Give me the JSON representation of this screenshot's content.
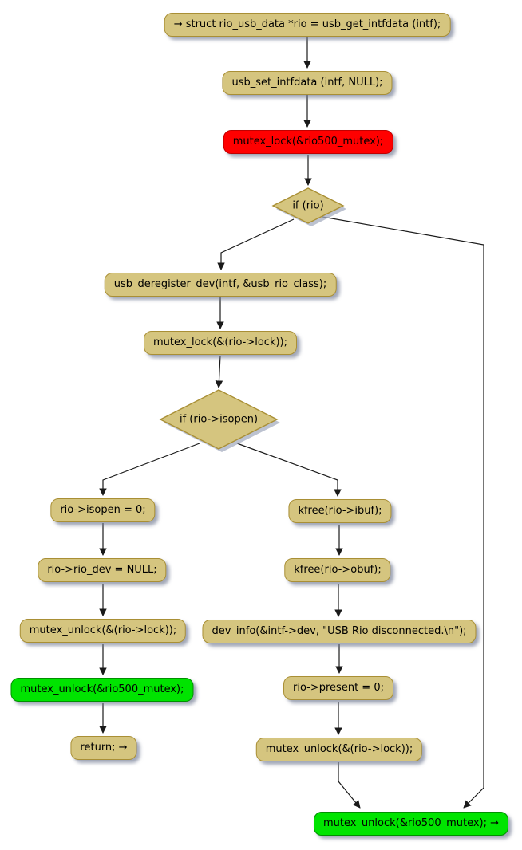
{
  "colors": {
    "node_fill": "#D5C57F",
    "node_border": "#A98F35",
    "red_fill": "#FF0000",
    "red_border": "#C00000",
    "green_fill": "#00E400",
    "green_border": "#009000",
    "edge": "#1a1a1a",
    "shadow": "#A6AEC0"
  },
  "nodes": {
    "start": {
      "text": "→ struct rio_usb_data *rio = usb_get_intfdata (intf);"
    },
    "set_intfdata": {
      "text": "usb_set_intfdata (intf, NULL);"
    },
    "lock_rio500": {
      "text": "mutex_lock(&rio500_mutex);"
    },
    "if_rio": {
      "text": "if (rio)"
    },
    "deregister": {
      "text": "usb_deregister_dev(intf, &usb_rio_class);"
    },
    "lock_rio_lock": {
      "text": "mutex_lock(&(rio->lock));"
    },
    "if_isopen": {
      "text": "if (rio->isopen)"
    },
    "isopen_zero": {
      "text": "rio->isopen = 0;"
    },
    "riodev_null": {
      "text": "rio->rio_dev = NULL;"
    },
    "unlock_lock_left": {
      "text": "mutex_unlock(&(rio->lock));"
    },
    "unlock_rio500_left": {
      "text": "mutex_unlock(&rio500_mutex);"
    },
    "return_stmt": {
      "text": "return; →"
    },
    "kfree_ibuf": {
      "text": "kfree(rio->ibuf);"
    },
    "kfree_obuf": {
      "text": "kfree(rio->obuf);"
    },
    "dev_info": {
      "text": "dev_info(&intf->dev, \"USB Rio disconnected.\\n\");"
    },
    "present_zero": {
      "text": "rio->present = 0;"
    },
    "unlock_lock_right": {
      "text": "mutex_unlock(&(rio->lock));"
    },
    "unlock_rio500_end": {
      "text": "mutex_unlock(&rio500_mutex); →"
    }
  }
}
